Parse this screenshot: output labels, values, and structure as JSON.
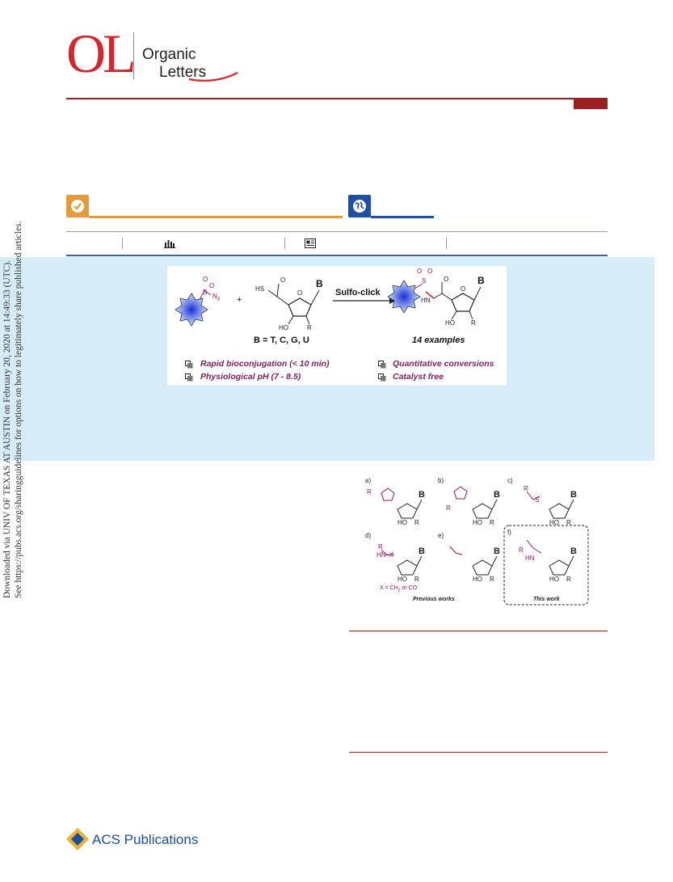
{
  "header": {
    "logo_letters": "OL",
    "logo_word1": "Organic",
    "logo_word2": "Letters"
  },
  "side_notice": {
    "line1": "Downloaded via UNIV OF TEXAS AT AUSTIN on February 20, 2020 at 14:49:33 (UTC).",
    "line2": "See https://pubs.acs.org/sharingguidelines for options on how to legitimately share published articles."
  },
  "toc_graphic": {
    "arrow_label": "Sulfo-click",
    "base_label": "B = T, C, G, U",
    "examples_label": "14 examples",
    "features": [
      "Rapid bioconjugation (< 10 min)",
      "Physiological pH (7 - 8.5)",
      "Quantitative conversions",
      "Catalyst free"
    ],
    "atoms": {
      "hs": "HS",
      "ho": "HO",
      "r": "R",
      "b": "B",
      "o": "O",
      "s": "S",
      "n3": "N",
      "n3_sub": "3",
      "hn": "HN",
      "plus": "+"
    }
  },
  "figure": {
    "panel_labels": [
      "a)",
      "b)",
      "c)",
      "d)",
      "e)",
      "f)"
    ],
    "x_note": "X = CH",
    "x_note_sub": "2",
    "x_note_tail": " or CO",
    "hn_x": "HN",
    "x_sym": "X",
    "previous_label": "Previous works",
    "this_label": "This work"
  },
  "footer": {
    "publisher": "ACS Publications"
  },
  "colors": {
    "brand_red": "#d4262c",
    "dark_red": "#9d1f23",
    "open_access_orange": "#e49b3a",
    "blue_badge": "#1e4fa3",
    "band_blue": "#d6ecf8",
    "magenta": "#8b1a5c"
  }
}
